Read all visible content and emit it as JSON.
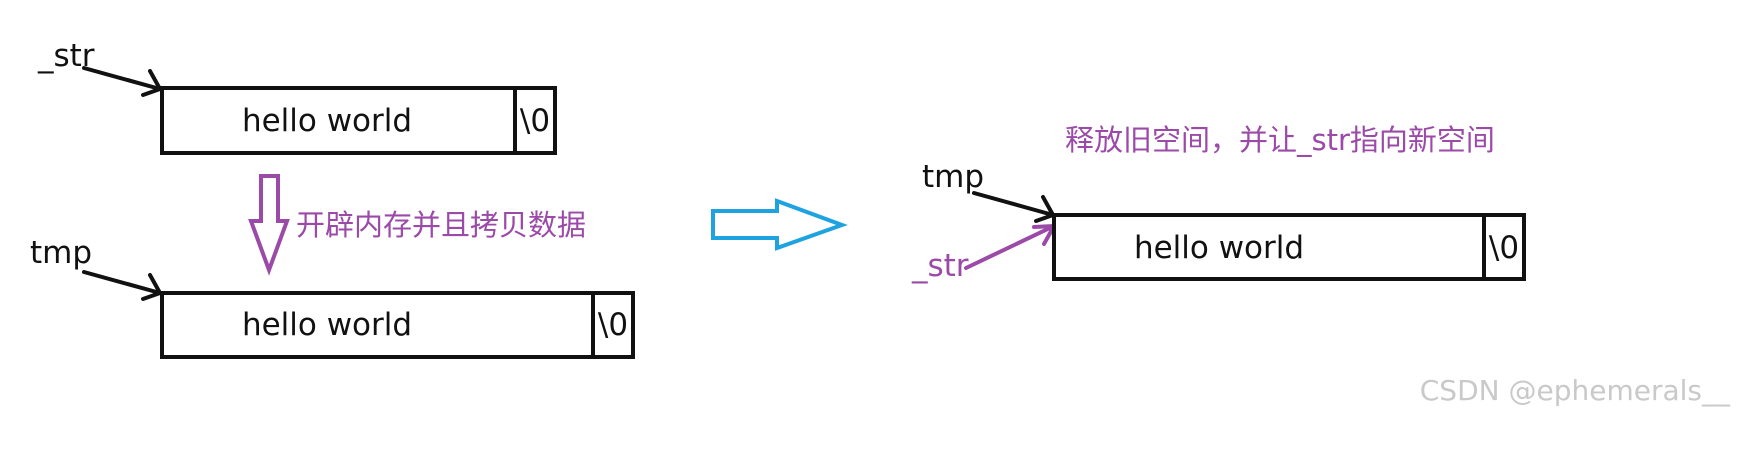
{
  "before": {
    "str_label": "_str",
    "tmp_label": "tmp",
    "old_buffer": {
      "content": "hello world",
      "terminator": "\\0"
    },
    "new_buffer": {
      "content": "hello world",
      "terminator": "\\0"
    },
    "copy_note": "开辟内存并且拷贝数据"
  },
  "after": {
    "note": "释放旧空间，并让_str指向新空间",
    "tmp_label": "tmp",
    "str_label": "_str",
    "buffer": {
      "content": "hello world",
      "terminator": "\\0"
    }
  },
  "watermark": "CSDN @ephemerals__",
  "colors": {
    "ink": "#111111",
    "annotation_purple": "#9b4aa8",
    "transition_arrow_blue": "#1fa3e0",
    "watermark_gray": "#c9c9c9"
  }
}
